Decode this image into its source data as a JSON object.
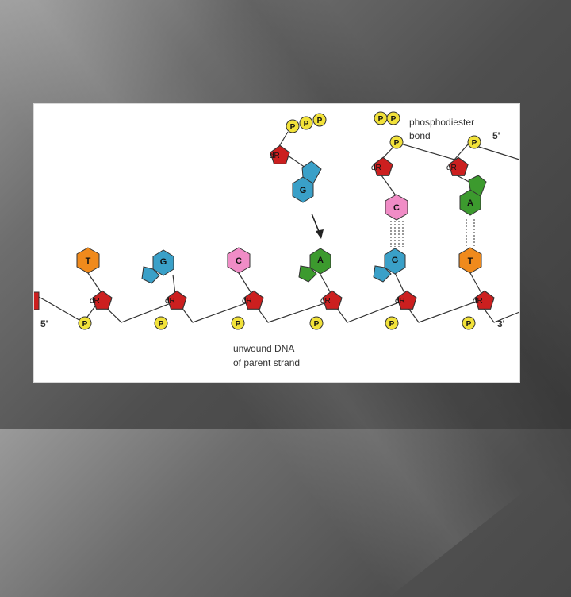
{
  "diagram": {
    "labels": {
      "phosphodiester": "phosphodiester",
      "bond": "bond",
      "unwound_line1": "unwound DNA",
      "unwound_line2": "of parent strand",
      "five_prime_left": "5'",
      "three_prime_right": "3'",
      "five_prime_top": "5'"
    },
    "sugar_label": "dR",
    "phosphate_label": "P",
    "template_bases": [
      "T",
      "G",
      "C",
      "A",
      "G",
      "T"
    ],
    "paired_bases": [
      "C",
      "A"
    ],
    "incoming_base": "G",
    "colors": {
      "phosphate": "#f2e23a",
      "sugar": "#cc1f1f",
      "T": "#f08a1c",
      "G": "#3aa0c8",
      "C": "#f08cc6",
      "A": "#3c9a2e"
    }
  }
}
